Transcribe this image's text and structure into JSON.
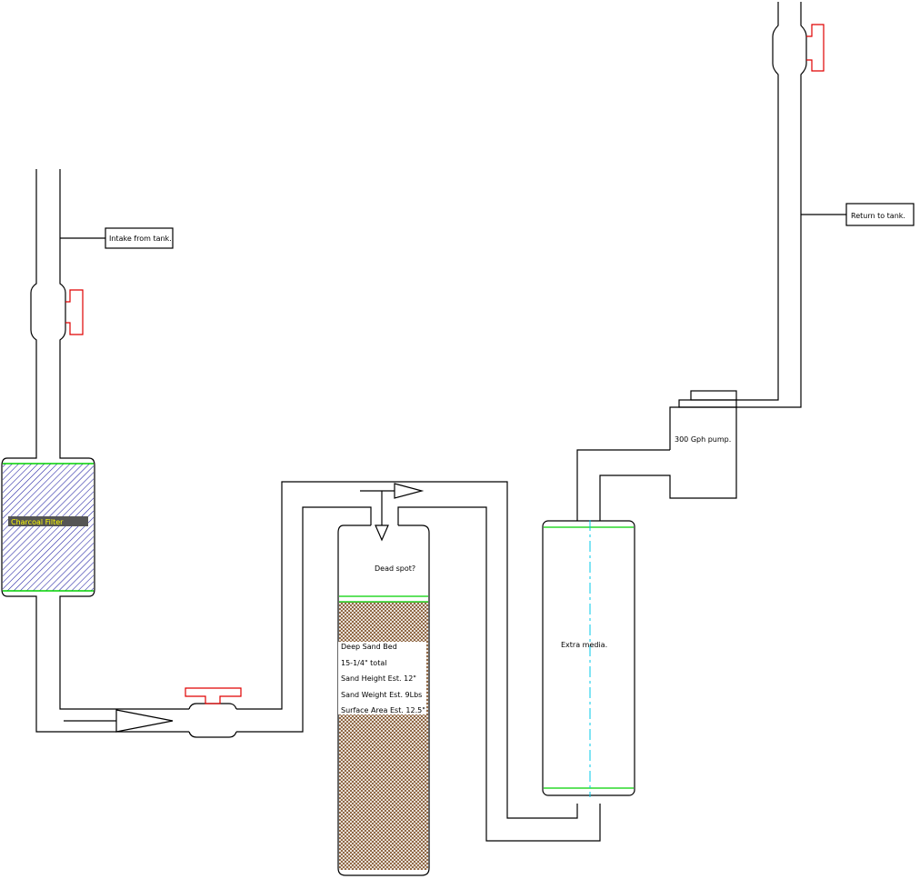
{
  "labels": {
    "intake": "Intake from tank.",
    "return": "Return to tank.",
    "pump": "300 Gph pump.",
    "charcoal": "Charcoal Filter",
    "dead_spot": "Dead spot?",
    "extra_media": "Extra media.",
    "sand_title": "Deep Sand Bed",
    "sand_total": "15-1/4\" total",
    "sand_height": "Sand Height Est. 12\"",
    "sand_weight": "Sand Weight Est. 9Lbs",
    "surface_area": "Surface Area Est. 12.5\""
  },
  "colors": {
    "line": "#000000",
    "valve": "#e00000",
    "screen": "#00d000",
    "charcoal_hatch": "#1a1aa0",
    "sand_hatch": "#7a4a20",
    "centerline": "#00c8e8",
    "charcoal_label_bg": "#555555",
    "charcoal_label_text": "#ffff00"
  }
}
